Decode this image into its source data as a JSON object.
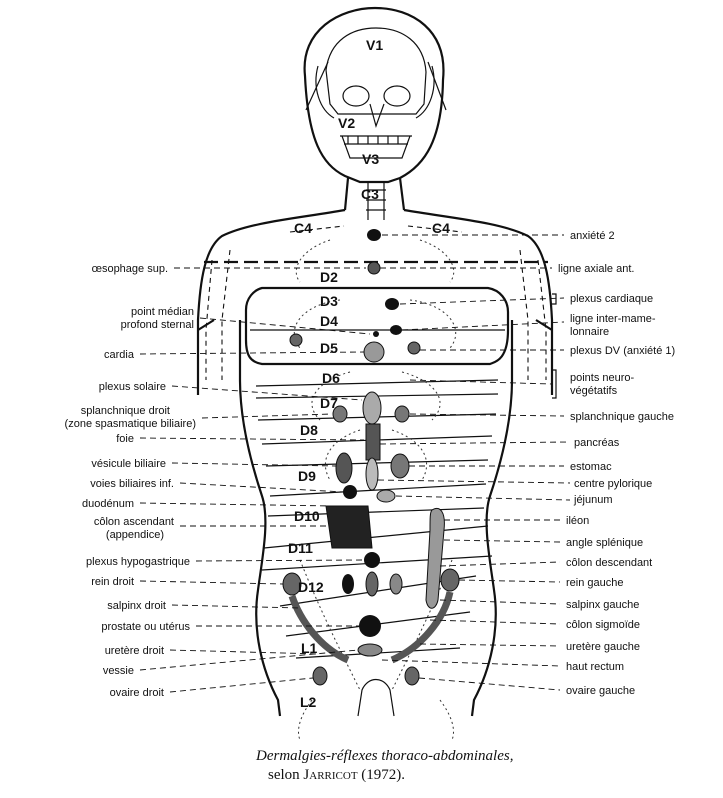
{
  "segments": [
    {
      "id": "v1",
      "text": "V1"
    },
    {
      "id": "v2",
      "text": "V2"
    },
    {
      "id": "v3",
      "text": "V3"
    },
    {
      "id": "c3",
      "text": "C3"
    },
    {
      "id": "c4-right",
      "text": "C4"
    },
    {
      "id": "c4-left",
      "text": "C4"
    },
    {
      "id": "d2",
      "text": "D2"
    },
    {
      "id": "d3",
      "text": "D3"
    },
    {
      "id": "d4",
      "text": "D4"
    },
    {
      "id": "d5",
      "text": "D5"
    },
    {
      "id": "d6",
      "text": "D6"
    },
    {
      "id": "d7",
      "text": "D7"
    },
    {
      "id": "d8",
      "text": "D8"
    },
    {
      "id": "d9",
      "text": "D9"
    },
    {
      "id": "d10",
      "text": "D10"
    },
    {
      "id": "d11",
      "text": "D11"
    },
    {
      "id": "d12",
      "text": "D12"
    },
    {
      "id": "l1",
      "text": "L1"
    },
    {
      "id": "l2",
      "text": "L2"
    }
  ],
  "left_labels": [
    {
      "id": "oesophage-sup",
      "lines": [
        "œsophage sup."
      ]
    },
    {
      "id": "point-median",
      "lines": [
        "point médian",
        "profond sternal"
      ]
    },
    {
      "id": "cardia",
      "lines": [
        "cardia"
      ]
    },
    {
      "id": "plexus-solaire",
      "lines": [
        "plexus solaire"
      ]
    },
    {
      "id": "splanchnique-droit",
      "lines": [
        "splanchnique droit",
        "(zone spasmatique biliaire)"
      ]
    },
    {
      "id": "foie",
      "lines": [
        "foie"
      ]
    },
    {
      "id": "vesicule-biliaire",
      "lines": [
        "vésicule biliaire"
      ]
    },
    {
      "id": "voies-biliaires",
      "lines": [
        "voies biliaires inf."
      ]
    },
    {
      "id": "duodenum",
      "lines": [
        "duodénum"
      ]
    },
    {
      "id": "colon-ascendant",
      "lines": [
        "côlon ascendant",
        "(appendice)"
      ]
    },
    {
      "id": "plexus-hypogastrique",
      "lines": [
        "plexus hypogastrique"
      ]
    },
    {
      "id": "rein-droit",
      "lines": [
        "rein droit"
      ]
    },
    {
      "id": "salpinx-droit",
      "lines": [
        "salpinx droit"
      ]
    },
    {
      "id": "prostate-uterus",
      "lines": [
        "prostate ou utérus"
      ]
    },
    {
      "id": "uretere-droit",
      "lines": [
        "uretère droit"
      ]
    },
    {
      "id": "vessie",
      "lines": [
        "vessie"
      ]
    },
    {
      "id": "ovaire-droit",
      "lines": [
        "ovaire droit"
      ]
    }
  ],
  "right_labels": [
    {
      "id": "anxiete-2",
      "lines": [
        "anxiété 2"
      ]
    },
    {
      "id": "ligne-axiale",
      "lines": [
        "ligne axiale ant."
      ]
    },
    {
      "id": "plexus-cardiaque",
      "lines": [
        "plexus cardiaque"
      ]
    },
    {
      "id": "ligne-inter-mamelonnaire",
      "lines": [
        "ligne inter-mame-",
        "lonnaire"
      ]
    },
    {
      "id": "plexus-dv",
      "lines": [
        "plexus DV (anxiété 1)"
      ]
    },
    {
      "id": "points-neuro",
      "lines": [
        "points neuro-",
        "végétatifs"
      ]
    },
    {
      "id": "splanchnique-gauche",
      "lines": [
        "splanchnique gauche"
      ]
    },
    {
      "id": "pancreas",
      "lines": [
        "pancréas"
      ]
    },
    {
      "id": "estomac",
      "lines": [
        "estomac"
      ]
    },
    {
      "id": "centre-pylorique",
      "lines": [
        "centre pylorique"
      ]
    },
    {
      "id": "jejunum",
      "lines": [
        "jéjunum"
      ]
    },
    {
      "id": "ileon",
      "lines": [
        "iléon"
      ]
    },
    {
      "id": "angle-splenique",
      "lines": [
        "angle splénique"
      ]
    },
    {
      "id": "colon-descendant",
      "lines": [
        "côlon descendant"
      ]
    },
    {
      "id": "rein-gauche",
      "lines": [
        "rein gauche"
      ]
    },
    {
      "id": "salpinx-gauche",
      "lines": [
        "salpinx gauche"
      ]
    },
    {
      "id": "colon-sigmoide",
      "lines": [
        "côlon sigmoïde"
      ]
    },
    {
      "id": "uretere-gauche",
      "lines": [
        "uretère gauche"
      ]
    },
    {
      "id": "haut-rectum",
      "lines": [
        "haut rectum"
      ]
    },
    {
      "id": "ovaire-gauche",
      "lines": [
        "ovaire gauche"
      ]
    }
  ],
  "caption": {
    "title": "Dermalgies-réflexes thoraco-abdominales,",
    "line2_prefix": "selon ",
    "author": "Jarricot",
    "year": " (1972)."
  }
}
